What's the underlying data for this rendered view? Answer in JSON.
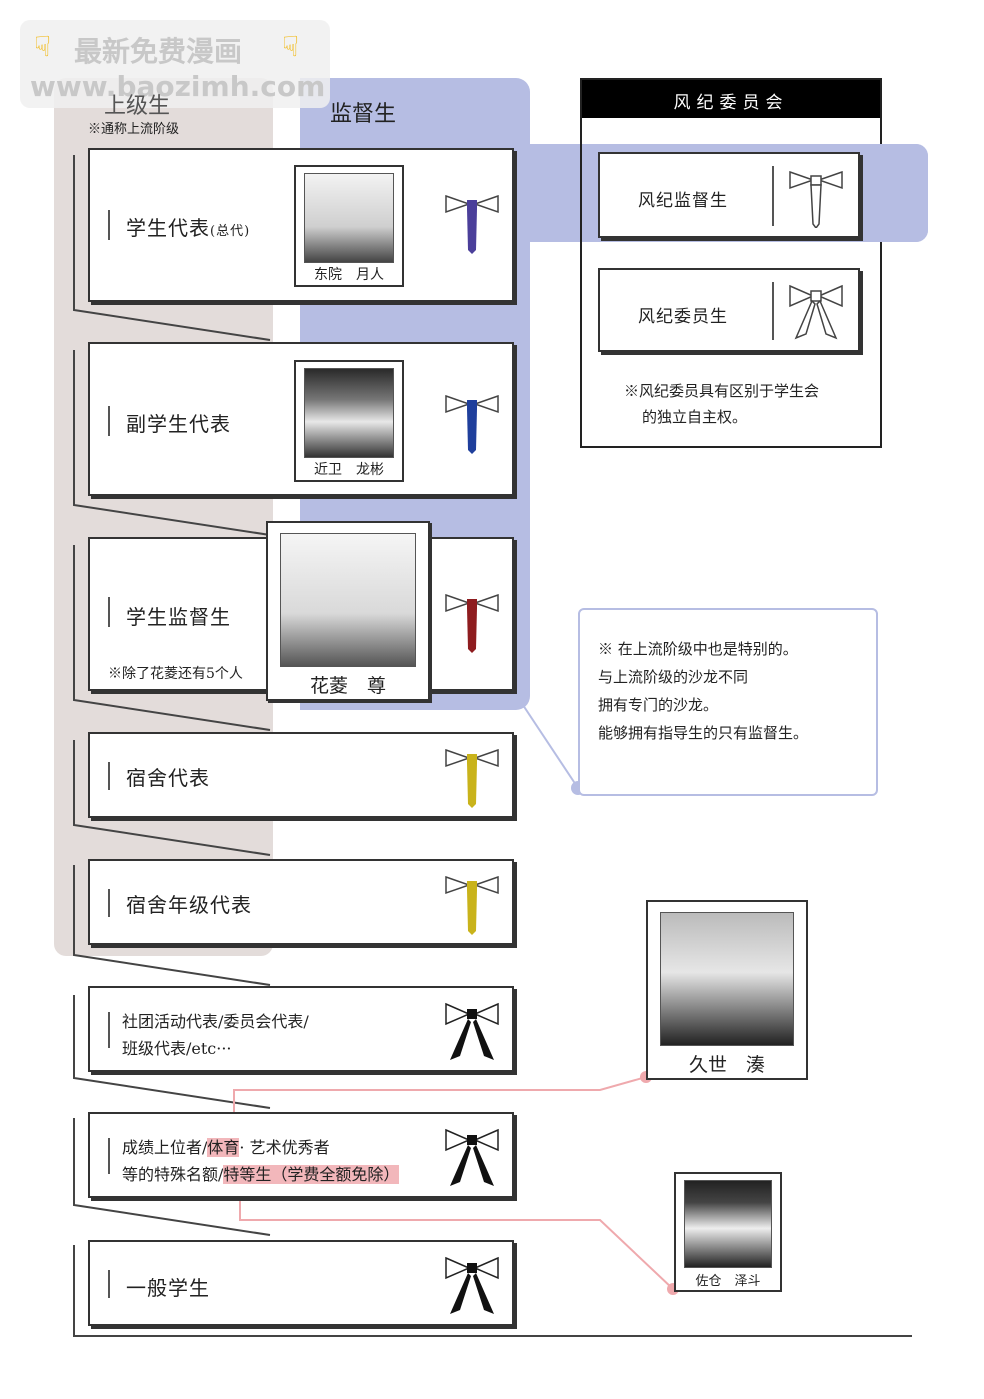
{
  "watermark": {
    "line1": "最新免费漫画",
    "line2": "www.baozimh.com"
  },
  "headers": {
    "upper": "上级生",
    "upper_note": "※通称上流阶级",
    "supervisor": "监督生"
  },
  "committee": {
    "title": "风纪委员会",
    "items": [
      "风纪监督生",
      "风纪委员生"
    ],
    "note_line1": "※风纪委员具有区别于学生会",
    "note_line2": "的独立自主权。"
  },
  "ranks": {
    "student_rep": {
      "label": "学生代表",
      "suffix": "(总代)",
      "portrait_caption": "东院　月人"
    },
    "vice_rep": {
      "label": "副学生代表",
      "portrait_caption": "近卫　龙彬"
    },
    "supervisor": {
      "label": "学生监督生",
      "note": "※除了花菱还有5个人",
      "portrait_caption": "花菱　尊"
    },
    "dorm_rep": {
      "label": "宿舍代表"
    },
    "dorm_grade_rep": {
      "label": "宿舍年级代表"
    },
    "club_rep": {
      "line1": "社团活动代表/委员会代表/",
      "line2": "班级代表/etc···"
    },
    "special": {
      "line1_a": "成绩上位者/",
      "line1_b": "体育",
      "line1_c": "· 艺术优秀者",
      "line2_a": "等的特殊名额/",
      "line2_b": "特等生（学费全额免除）"
    },
    "general": {
      "label": "一般学生"
    }
  },
  "super_note": {
    "line1": "※ 在上流阶级中也是特别的。",
    "line2": "与上流阶级的沙龙不同",
    "line3": "拥有专门的沙龙。",
    "line4": "能够拥有指导生的只有监督生。"
  },
  "side_portraits": {
    "kuze": "久世　湊",
    "sakura": "佐仓　泽斗"
  },
  "colors": {
    "upper_bg": "#e3dcda",
    "supervisor_bg": "#b6bde3",
    "tie_student_rep": "#4b3f9a",
    "tie_vice_rep": "#1f3f9c",
    "tie_supervisor": "#8e1c1f",
    "tie_dorm": "#c9b31b",
    "tie_dorm_grade": "#c9b31b",
    "tie_black": "#111111",
    "connector_pink": "#efa9ad"
  }
}
